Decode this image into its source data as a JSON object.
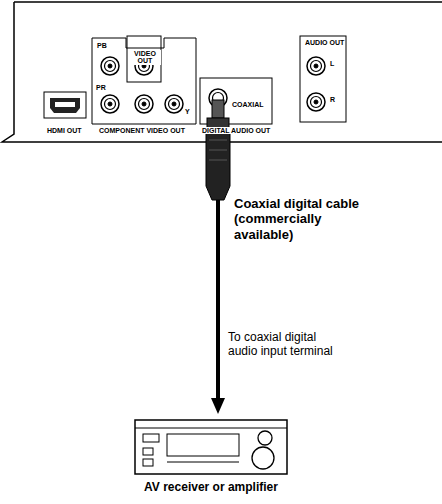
{
  "diagram": {
    "nodes": [
      {
        "text": [
          "AV receiver or amplifier"
        ]
      }
    ],
    "labels": [
      "PB",
      "VIDEO OUT",
      "PR",
      "Y",
      "COAXIAL",
      "DIGITAL AUDIO OUT",
      "AUDIO OUT",
      "L",
      "R",
      "HDMI OUT",
      "COMPONENT VIDEO OUT",
      "Coaxial digital cable (commercially available)",
      "To coaxial digital audio input terminal"
    ]
  }
}
